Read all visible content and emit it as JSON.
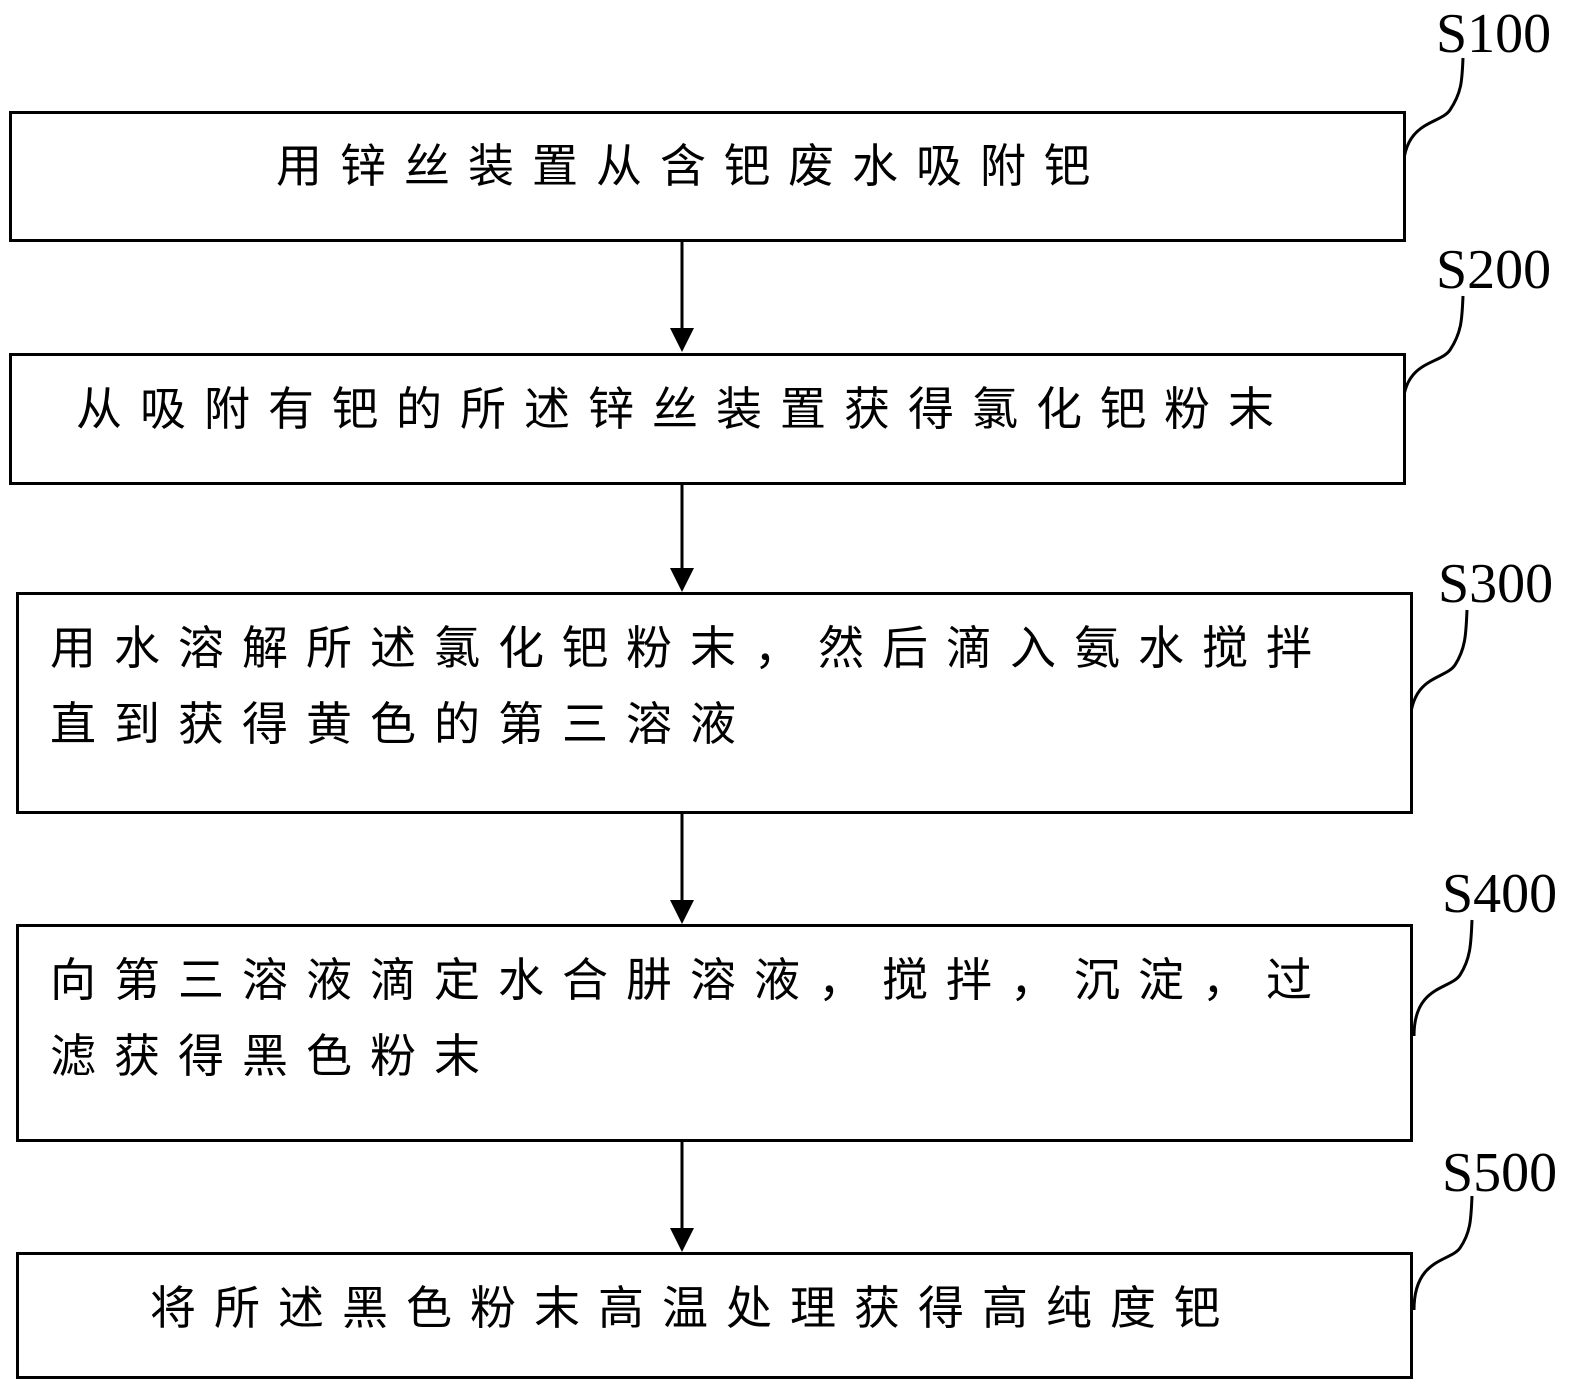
{
  "flowchart": {
    "steps": [
      {
        "id": "S100",
        "label": "S100",
        "lines": [
          "用锌丝装置从含钯废水吸附钯"
        ]
      },
      {
        "id": "S200",
        "label": "S200",
        "lines": [
          "从吸附有钯的所述锌丝装置获得氯化钯粉末"
        ]
      },
      {
        "id": "S300",
        "label": "S300",
        "lines": [
          "用水溶解所述氯化钯粉末，然后滴入氨水搅拌",
          "直到获得黄色的第三溶液"
        ]
      },
      {
        "id": "S400",
        "label": "S400",
        "lines": [
          "向第三溶液滴定水合肼溶液，搅拌，沉淀，过",
          "滤获得黑色粉末"
        ]
      },
      {
        "id": "S500",
        "label": "S500",
        "lines": [
          "将所述黑色粉末高温处理获得高纯度钯"
        ]
      }
    ],
    "colors": {
      "stroke": "#000000",
      "background": "#ffffff",
      "text": "#000000"
    }
  }
}
